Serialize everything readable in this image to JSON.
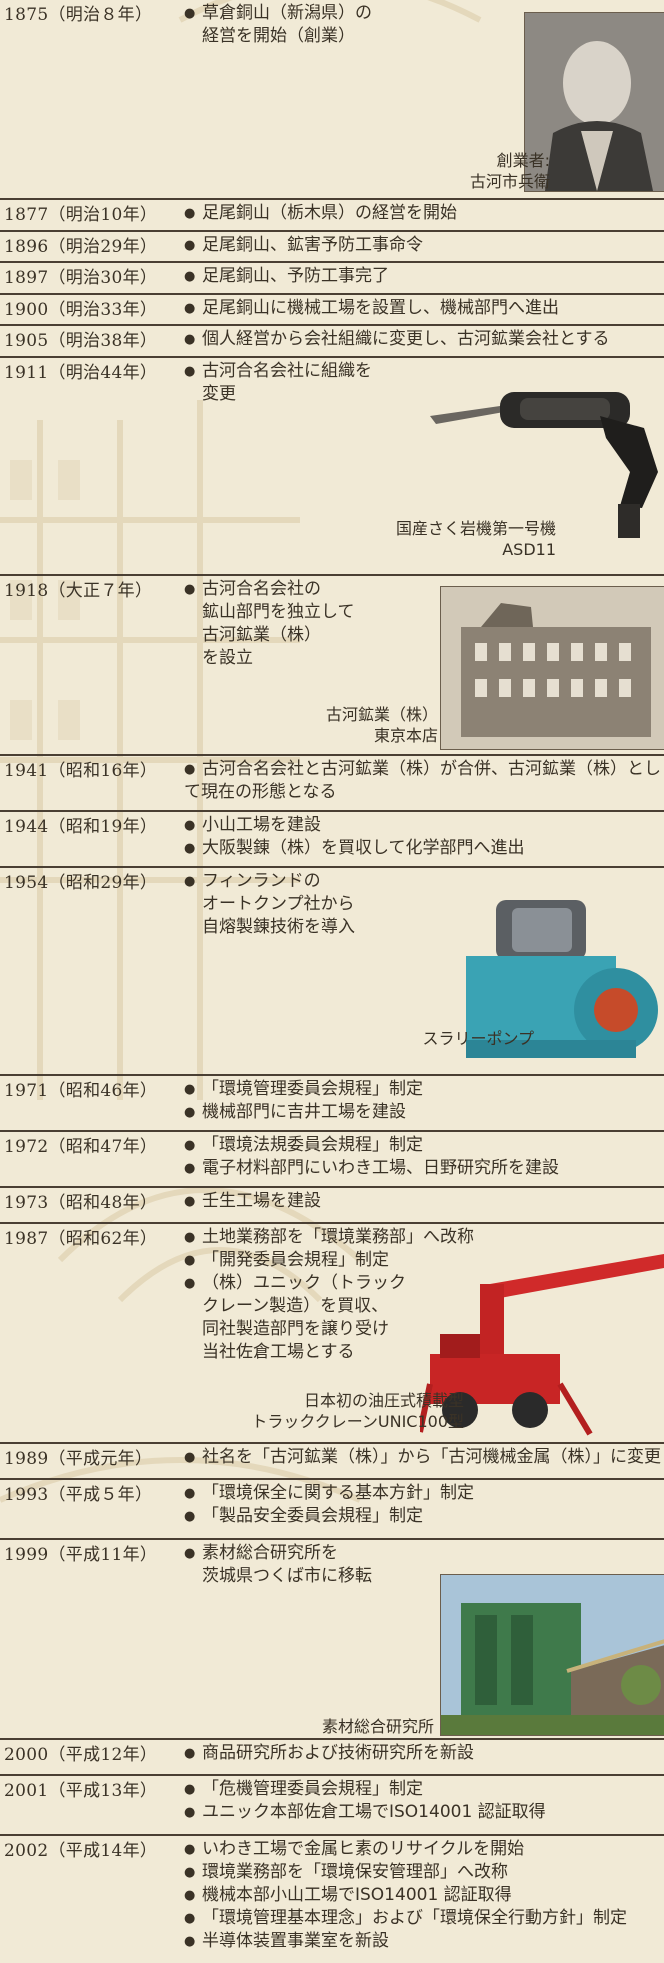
{
  "colors": {
    "background": "#f1ead6",
    "rule": "#4a3f33",
    "text": "#3a3226"
  },
  "rows": [
    {
      "date": "1875（明治８年）",
      "events": [
        "草倉銅山（新潟県）の",
        "経営を開始（創業）"
      ],
      "caption": [
        "創業者:",
        "古河市兵衛"
      ]
    },
    {
      "date": "1877（明治10年）",
      "events": [
        "足尾銅山（栃木県）の経営を開始"
      ]
    },
    {
      "date": "1896（明治29年）",
      "events": [
        "足尾銅山、鉱害予防工事命令"
      ]
    },
    {
      "date": "1897（明治30年）",
      "events": [
        "足尾銅山、予防工事完了"
      ]
    },
    {
      "date": "1900（明治33年）",
      "events": [
        "足尾銅山に機械工場を設置し、機械部門へ進出"
      ]
    },
    {
      "date": "1905（明治38年）",
      "events": [
        "個人経営から会社組織に変更し、古河鉱業会社とする"
      ]
    },
    {
      "date": "1911（明治44年）",
      "events": [
        "古河合名会社に組織を",
        "変更"
      ],
      "caption": [
        "国産さく岩機第一号機",
        "ASD11"
      ]
    },
    {
      "date": "1918（大正７年）",
      "events": [
        "古河合名会社の",
        "鉱山部門を独立して",
        "古河鉱業（株）",
        "を設立"
      ],
      "caption": [
        "古河鉱業（株）",
        "東京本店"
      ]
    },
    {
      "date": "1941（昭和16年）",
      "events": [
        "古河合名会社と古河鉱業（株）が合併、古河鉱業（株）とし",
        "て現在の形態となる"
      ]
    },
    {
      "date": "1944（昭和19年）",
      "events": [
        "小山工場を建設",
        "大阪製錬（株）を買収して化学部門へ進出"
      ]
    },
    {
      "date": "1954（昭和29年）",
      "events": [
        "フィンランドの",
        "オートクンプ社から",
        "自熔製錬技術を導入"
      ],
      "caption": [
        "スラリーポンプ"
      ]
    },
    {
      "date": "1971（昭和46年）",
      "events": [
        "「環境管理委員会規程」制定",
        "機械部門に吉井工場を建設"
      ]
    },
    {
      "date": "1972（昭和47年）",
      "events": [
        "「環境法規委員会規程」制定",
        "電子材料部門にいわき工場、日野研究所を建設"
      ]
    },
    {
      "date": "1973（昭和48年）",
      "events": [
        "壬生工場を建設"
      ]
    },
    {
      "date": "1987（昭和62年）",
      "events": [
        "土地業務部を「環境業務部」へ改称",
        "「開発委員会規程」制定",
        "（株）ユニック（トラック",
        "クレーン製造）を買収、",
        "同社製造部門を譲り受け",
        "当社佐倉工場とする"
      ],
      "caption": [
        "日本初の油圧式積載型",
        "トラッククレーンUNIC100型"
      ]
    },
    {
      "date": "1989（平成元年）",
      "events": [
        "社名を「古河鉱業（株）」から「古河機械金属（株）」に変更"
      ]
    },
    {
      "date": "1993（平成５年）",
      "events": [
        "「環境保全に関する基本方針」制定",
        "「製品安全委員会規程」制定"
      ]
    },
    {
      "date": "1999（平成11年）",
      "events": [
        "素材総合研究所を",
        "茨城県つくば市に移転"
      ],
      "caption": [
        "素材総合研究所"
      ]
    },
    {
      "date": "2000（平成12年）",
      "events": [
        "商品研究所および技術研究所を新設"
      ]
    },
    {
      "date": "2001（平成13年）",
      "events": [
        "「危機管理委員会規程」制定",
        "ユニック本部佐倉工場でISO14001 認証取得"
      ]
    },
    {
      "date": "2002（平成14年）",
      "events": [
        "いわき工場で金属ヒ素のリサイクルを開始",
        "環境業務部を「環境保安管理部」へ改称",
        "機械本部小山工場でISO14001 認証取得",
        "「環境管理基本理念」および「環境保全行動方針」制定",
        "半導体装置事業室を新設"
      ]
    }
  ]
}
